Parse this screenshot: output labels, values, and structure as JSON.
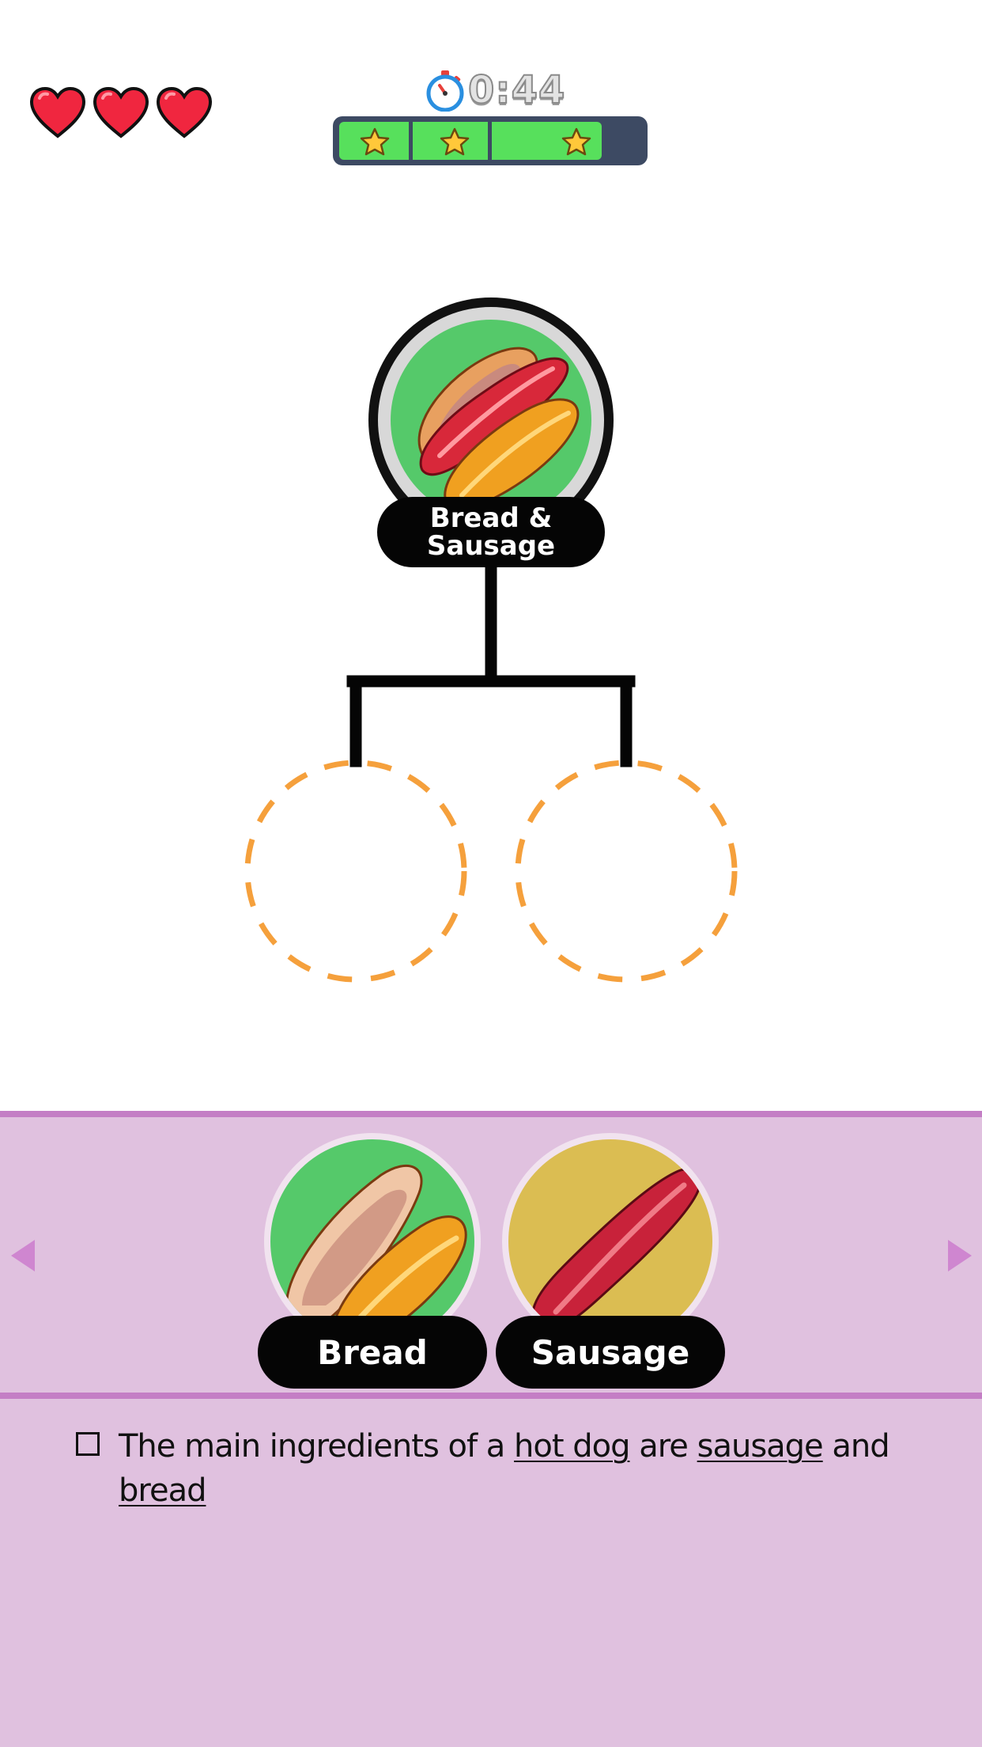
{
  "hud": {
    "lives": 3,
    "timer": "0:44",
    "timer_icon": "stopwatch-icon",
    "progress": {
      "fill_fraction": 0.87,
      "stars": 3,
      "star_icon": "star-icon"
    }
  },
  "target": {
    "label": "Bread & Sausage",
    "icon": "hot-dog-icon",
    "color": "#55c96a"
  },
  "slots": {
    "count": 2,
    "border_color": "#f5a03c"
  },
  "tray": {
    "prev_icon": "triangle-left-icon",
    "next_icon": "triangle-right-icon",
    "items": [
      {
        "label": "Bread",
        "icon": "bread-bun-icon",
        "color": "#55c96a"
      },
      {
        "label": "Sausage",
        "icon": "sausage-icon",
        "color": "#dbbd52"
      }
    ]
  },
  "clue": {
    "parts": [
      {
        "text": "The main ingredients of a ",
        "underline": false
      },
      {
        "text": "hot dog",
        "underline": true
      },
      {
        "text": " are ",
        "underline": false
      },
      {
        "text": "sausage",
        "underline": true
      },
      {
        "text": " and ",
        "underline": false
      },
      {
        "text": "bread",
        "underline": true
      }
    ]
  },
  "colors": {
    "tray_bg": "#e0c1df",
    "tray_border": "#c47ec5",
    "heart": "#f0263f",
    "progress_fill": "#57e05c",
    "progress_track": "#3d4a63"
  }
}
